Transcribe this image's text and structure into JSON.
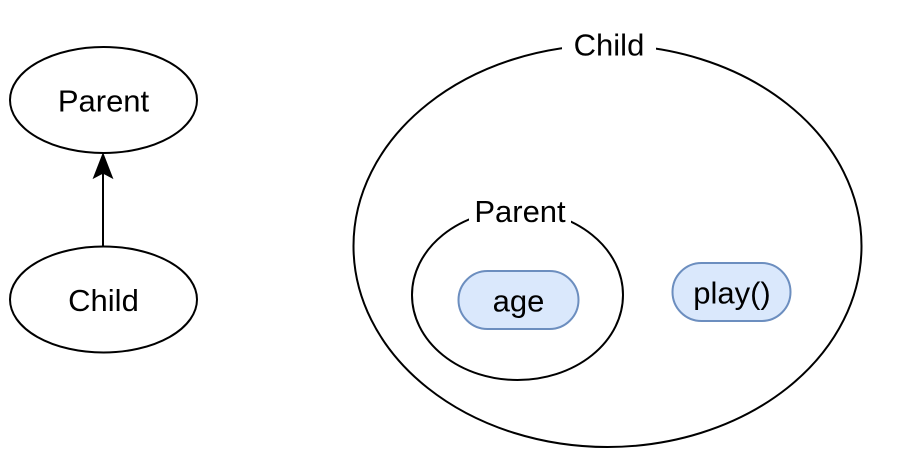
{
  "inheritance_diagram": {
    "parent": {
      "label": "Parent"
    },
    "child": {
      "label": "Child"
    }
  },
  "set_diagram": {
    "outer": {
      "label": "Child"
    },
    "inner": {
      "label": "Parent"
    },
    "attribute": {
      "label": "age"
    },
    "method": {
      "label": "play()"
    }
  },
  "colors": {
    "background": "#ffffff",
    "shape_stroke": "#000000",
    "text": "#000000",
    "pill_fill": "#dae8fc",
    "pill_stroke": "#6c8ebf"
  }
}
